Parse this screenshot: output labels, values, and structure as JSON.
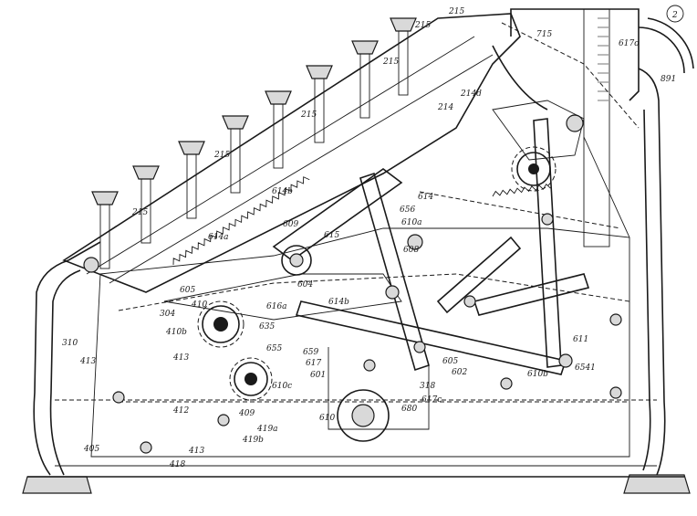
{
  "figure": {
    "corner_mark": "2",
    "labels": [
      {
        "id": "l-215-a",
        "text": "215"
      },
      {
        "id": "l-215-b",
        "text": "215"
      },
      {
        "id": "l-215-c",
        "text": "215"
      },
      {
        "id": "l-215-d",
        "text": "215"
      },
      {
        "id": "l-215-e",
        "text": "215"
      },
      {
        "id": "l-215-f",
        "text": "215"
      },
      {
        "id": "l-715",
        "text": "715"
      },
      {
        "id": "l-617o",
        "text": "617o"
      },
      {
        "id": "l-891",
        "text": "891"
      },
      {
        "id": "l-214",
        "text": "214"
      },
      {
        "id": "l-214d",
        "text": "214d"
      },
      {
        "id": "l-614",
        "text": "614"
      },
      {
        "id": "l-614b",
        "text": "614b"
      },
      {
        "id": "l-614a",
        "text": "614a"
      },
      {
        "id": "l-609",
        "text": "609"
      },
      {
        "id": "l-615",
        "text": "615"
      },
      {
        "id": "l-656",
        "text": "656"
      },
      {
        "id": "l-610a",
        "text": "610a"
      },
      {
        "id": "l-608",
        "text": "608"
      },
      {
        "id": "l-604",
        "text": "604"
      },
      {
        "id": "l-605",
        "text": "605"
      },
      {
        "id": "l-616a",
        "text": "616a"
      },
      {
        "id": "l-614b2",
        "text": "614b"
      },
      {
        "id": "l-304",
        "text": "304"
      },
      {
        "id": "l-410b",
        "text": "410b"
      },
      {
        "id": "l-635",
        "text": "635"
      },
      {
        "id": "l-413",
        "text": "413"
      },
      {
        "id": "l-410",
        "text": "410"
      },
      {
        "id": "l-310",
        "text": "310"
      },
      {
        "id": "l-413b",
        "text": "413"
      },
      {
        "id": "l-655",
        "text": "655"
      },
      {
        "id": "l-659",
        "text": "659"
      },
      {
        "id": "l-617",
        "text": "617"
      },
      {
        "id": "l-601",
        "text": "601"
      },
      {
        "id": "l-605b",
        "text": "605"
      },
      {
        "id": "l-602",
        "text": "602"
      },
      {
        "id": "l-318",
        "text": "318"
      },
      {
        "id": "l-610c",
        "text": "610c"
      },
      {
        "id": "l-617c",
        "text": "617c"
      },
      {
        "id": "l-680",
        "text": "680"
      },
      {
        "id": "l-610",
        "text": "610"
      },
      {
        "id": "l-409",
        "text": "409"
      },
      {
        "id": "l-412",
        "text": "412"
      },
      {
        "id": "l-419a",
        "text": "419a"
      },
      {
        "id": "l-419b",
        "text": "419b"
      },
      {
        "id": "l-413c",
        "text": "413"
      },
      {
        "id": "l-405",
        "text": "405"
      },
      {
        "id": "l-418",
        "text": "418"
      },
      {
        "id": "l-611",
        "text": "611"
      },
      {
        "id": "l-610b",
        "text": "610b"
      },
      {
        "id": "l-6541",
        "text": "6541"
      }
    ]
  }
}
